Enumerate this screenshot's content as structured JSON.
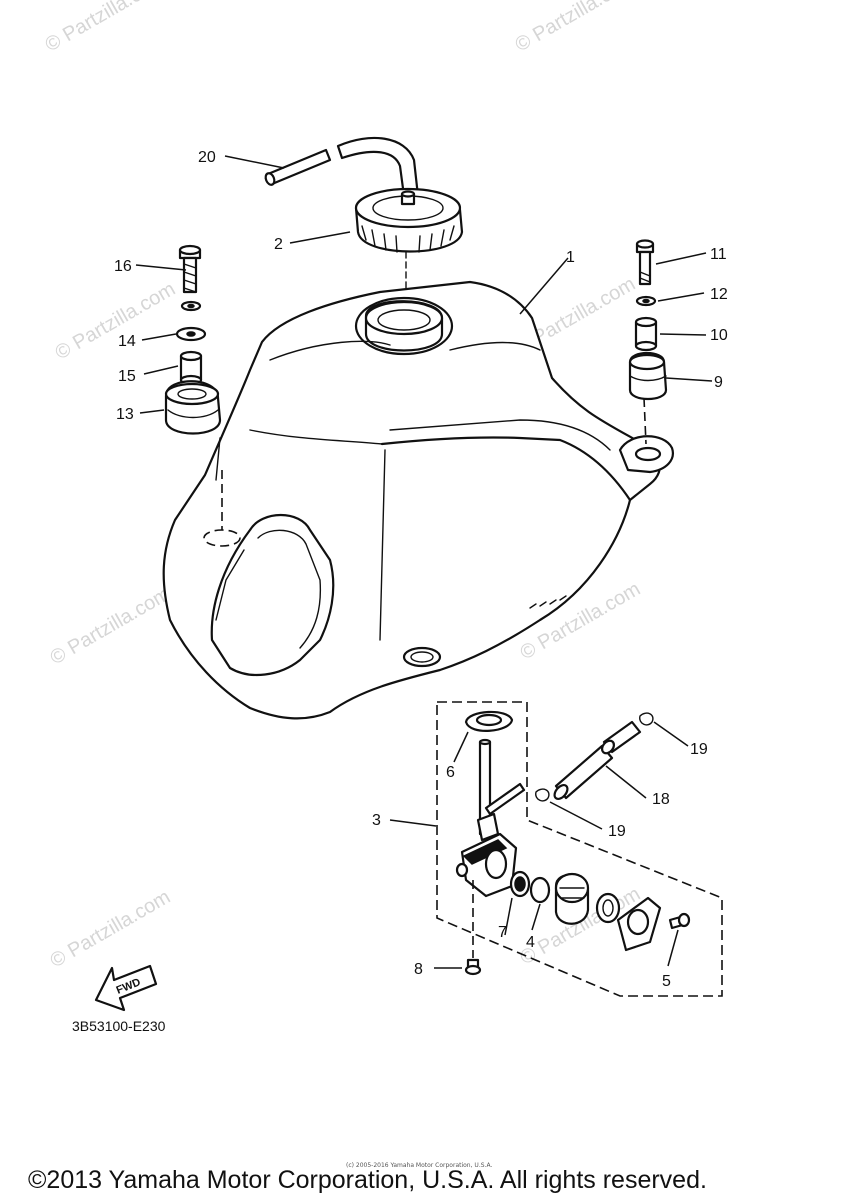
{
  "watermark": "© Partzilla.com",
  "callouts": [
    "1",
    "2",
    "3",
    "4",
    "5",
    "6",
    "7",
    "8",
    "9",
    "10",
    "11",
    "12",
    "13",
    "14",
    "15",
    "16",
    "18",
    "19",
    "19",
    "20"
  ],
  "fwd_label": "FWD",
  "diagram_code": "3B53100-E230",
  "small_copyright": "(c) 2005-2016 Yamaha Motor Corporation, U.S.A.",
  "copyright": "©2013 Yamaha Motor Corporation, U.S.A. All rights reserved."
}
